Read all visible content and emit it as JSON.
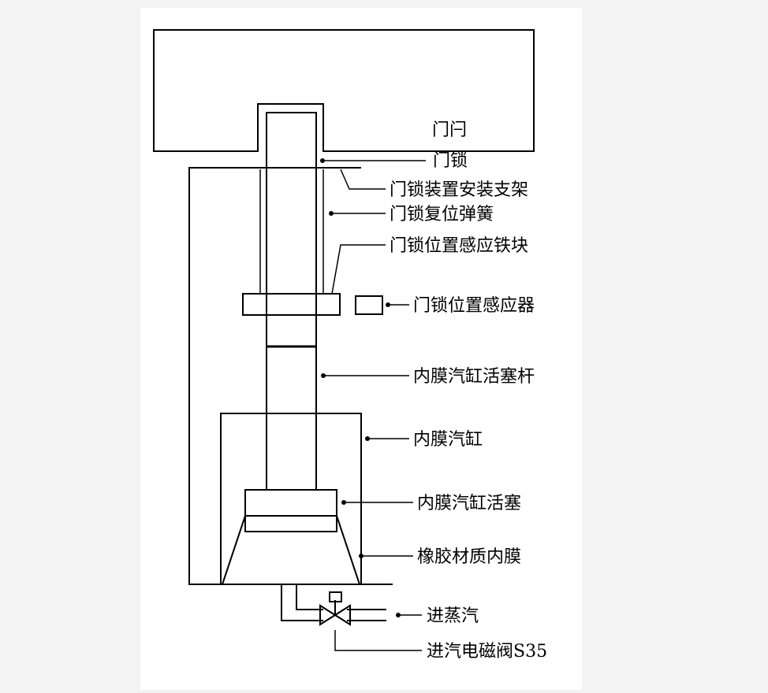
{
  "labels": {
    "door_bolt": "门闩",
    "door_lock": "门锁",
    "lock_bracket": "门锁装置安装支架",
    "return_spring": "门锁复位弹簧",
    "sensing_iron": "门锁位置感应铁块",
    "position_sensor": "门锁位置感应器",
    "piston_rod": "内膜汽缸活塞杆",
    "cylinder": "内膜汽缸",
    "piston": "内膜汽缸活塞",
    "rubber_membrane": "橡胶材质内膜",
    "steam_inlet": "进蒸汽",
    "solenoid_valve": "进汽电磁阀S35"
  }
}
